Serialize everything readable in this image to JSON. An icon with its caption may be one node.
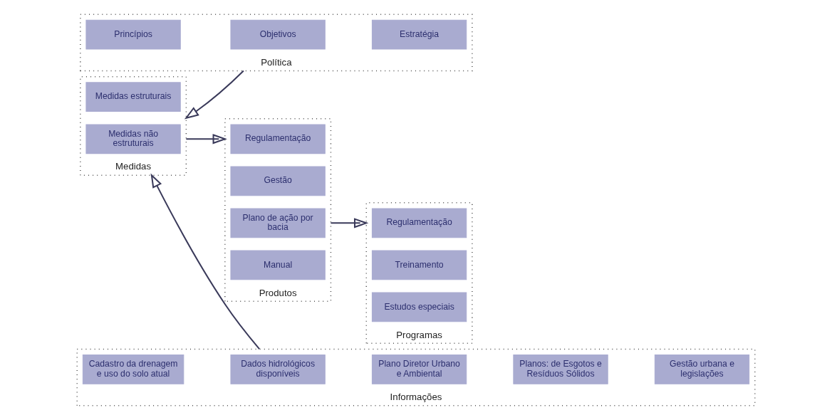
{
  "diagram": {
    "nodes": [
      {
        "text": [
          "Política"
        ]
      },
      {
        "text": [
          "Princípios"
        ],
        "in": 0
      },
      {
        "text": [
          "Objetivos"
        ],
        "in": 0
      },
      {
        "text": [
          "Estratégia"
        ],
        "in": 0
      },
      {
        "text": [
          "Medidas"
        ]
      },
      {
        "text": [
          "Medidas estruturais"
        ],
        "in": 4
      },
      {
        "text": [
          "Medidas não estruturais"
        ],
        "in": 4
      },
      {
        "text": [
          "Produtos"
        ]
      },
      {
        "text": [
          "Regulamentação"
        ],
        "in": 7
      },
      {
        "text": [
          "Gestão"
        ],
        "in": 7
      },
      {
        "text": [
          "Plano de ação por bacia"
        ],
        "in": 7
      },
      {
        "text": [
          "Manual"
        ],
        "in": 7
      },
      {
        "text": [
          "Programas"
        ]
      },
      {
        "text": [
          "Regulamentação"
        ],
        "in": 12
      },
      {
        "text": [
          "Treinamento"
        ],
        "in": 12
      },
      {
        "text": [
          "Estudos especiais"
        ],
        "in": 12
      },
      {
        "text": [
          "Informações"
        ]
      },
      {
        "text": [
          "Cadastro da drenagem e uso do solo atual"
        ],
        "in": 16
      },
      {
        "text": [
          "Dados hidrológicos disponíveis"
        ],
        "in": 16
      },
      {
        "text": [
          "Plano Diretor Urbano e Ambiental"
        ],
        "in": 16
      },
      {
        "text": [
          "Planos: de Esgotos e Resíduos Sólidos"
        ],
        "in": 16
      },
      {
        "text": [
          "Gestão urbana e legislações"
        ],
        "in": 16
      }
    ],
    "edges": [
      {
        "from": 0,
        "to": 4,
        "arrow": "to"
      },
      {
        "from": 4,
        "to": 7,
        "arrow": "to"
      },
      {
        "from": 7,
        "to": 12,
        "arrow": "to"
      },
      {
        "from": 16,
        "to": 4,
        "arrow": "to"
      }
    ]
  }
}
